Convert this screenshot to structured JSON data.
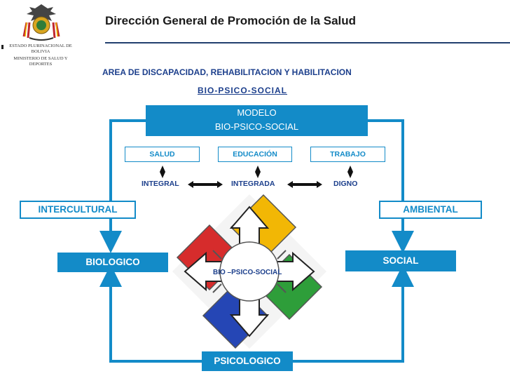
{
  "header": {
    "title": "Dirección General de Promoción de la Salud",
    "institution_line1": "ESTADO PLURINACIONAL DE",
    "institution_line2": "BOLIVIA",
    "ministry_line1": "MINISTERIO DE SALUD Y",
    "ministry_line2": "DEPORTES"
  },
  "area": {
    "title": "AREA DE DISCAPACIDAD, REHABILITACION  Y HABILITACION",
    "subtitle": "BIO-PSICO-SOCIAL"
  },
  "model": {
    "line1": "MODELO",
    "line2": "BIO-PSICO-SOCIAL"
  },
  "pillars": [
    "SALUD",
    "EDUCACIÓN",
    "TRABAJO"
  ],
  "qualities": [
    "INTEGRAL",
    "INTEGRADA",
    "DIGNO"
  ],
  "sides": {
    "left_outer": "INTERCULTURAL",
    "right_outer": "AMBIENTAL",
    "left_inner": "BIOLOGICO",
    "right_inner": "SOCIAL",
    "bottom": "PSICOLOGICO"
  },
  "center_label": "BIO –PSICO-SOCIAL",
  "colors": {
    "accent": "#138bc8",
    "title_blue": "#1c3f8c",
    "diamond_top": "#f2b705",
    "diamond_left": "#d62c2c",
    "diamond_right": "#2e9e3a",
    "diamond_bottom": "#2546b5"
  }
}
